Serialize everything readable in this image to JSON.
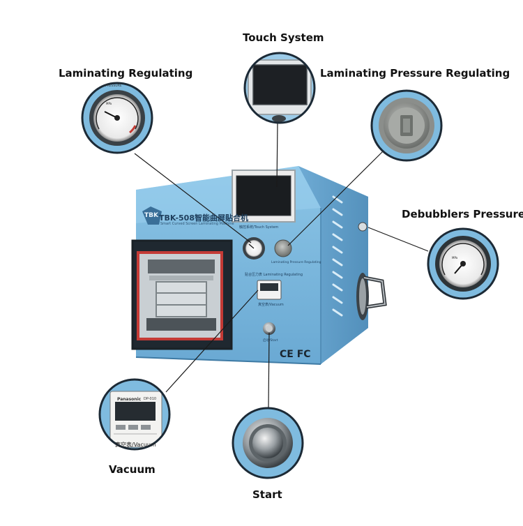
{
  "callouts": {
    "touch_system": "Touch System",
    "laminating_regulating": "Laminating Regulating",
    "laminating_pressure_regulating": "Laminating Pressure Regulating",
    "debubblers_pressure": "Debubblers Pressure",
    "vacuum": "Vacuum",
    "start": "Start"
  },
  "machine": {
    "logo": "TBK",
    "model_title": "TBK-508智能曲屏贴合机",
    "subtitle": "Smart Curved Screen Laminating Machine",
    "touch_label": "触控系统/Touch System",
    "lam_reg_label": "贴合压力表 Laminating Regulating",
    "lam_press_label": "Laminating Pressure Regulating",
    "vacuum_label": "真空表/Vacuum",
    "start_label": "启动/Start",
    "certifications": "CE FC"
  },
  "closeups": {
    "vacuum_brand": "Panasonic",
    "vacuum_model": "DP-010",
    "vacuum_caption": "真空表/Vacuum",
    "gauge_label": "PRESSURE",
    "gauge_unit": "MPa"
  },
  "colors": {
    "machine_blue": "#7fbbdf",
    "machine_shadow": "#5f9cc4",
    "closeup_ring": "#6fb0d9",
    "leader_line": "#1a1a1a"
  },
  "icons": {
    "pressure_gauge": "pressure-gauge-icon",
    "knob": "regulator-knob-icon",
    "button": "start-button-icon"
  }
}
